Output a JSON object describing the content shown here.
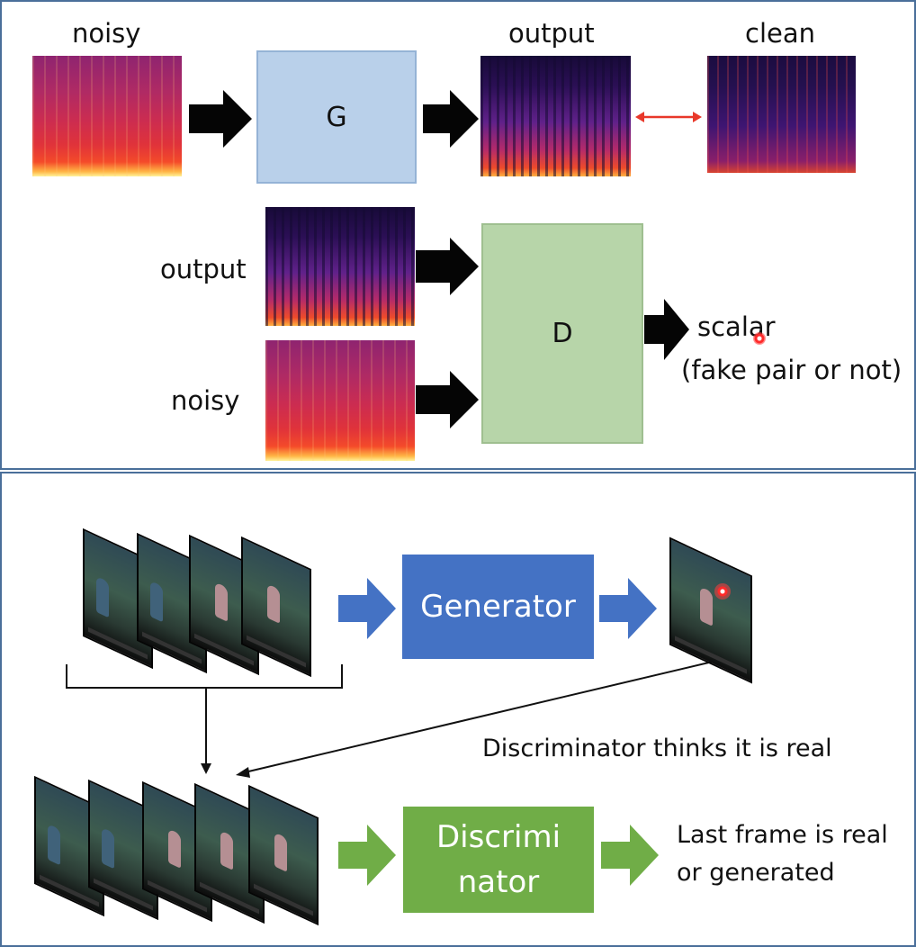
{
  "top": {
    "labels": {
      "noisy_top": "noisy",
      "output_top": "output",
      "clean": "clean",
      "output_left": "output",
      "noisy_left": "noisy",
      "scalar": "scalar",
      "scalar_note": "(fake pair or not)"
    },
    "g_box": "G",
    "d_box": "D"
  },
  "bottom": {
    "generator": "Generator",
    "discriminator_line1": "Discrimi",
    "discriminator_line2": "nator",
    "caption": "Discriminator thinks it is real",
    "result_line1": "Last frame is real",
    "result_line2": "or generated"
  },
  "colors": {
    "border": "#4a6f9a",
    "generator": "#4472c4",
    "discriminator": "#70ad47",
    "g_box": "#b9d0ea",
    "d_box": "#b7d5a9",
    "double_arrow": "#e8382a"
  }
}
